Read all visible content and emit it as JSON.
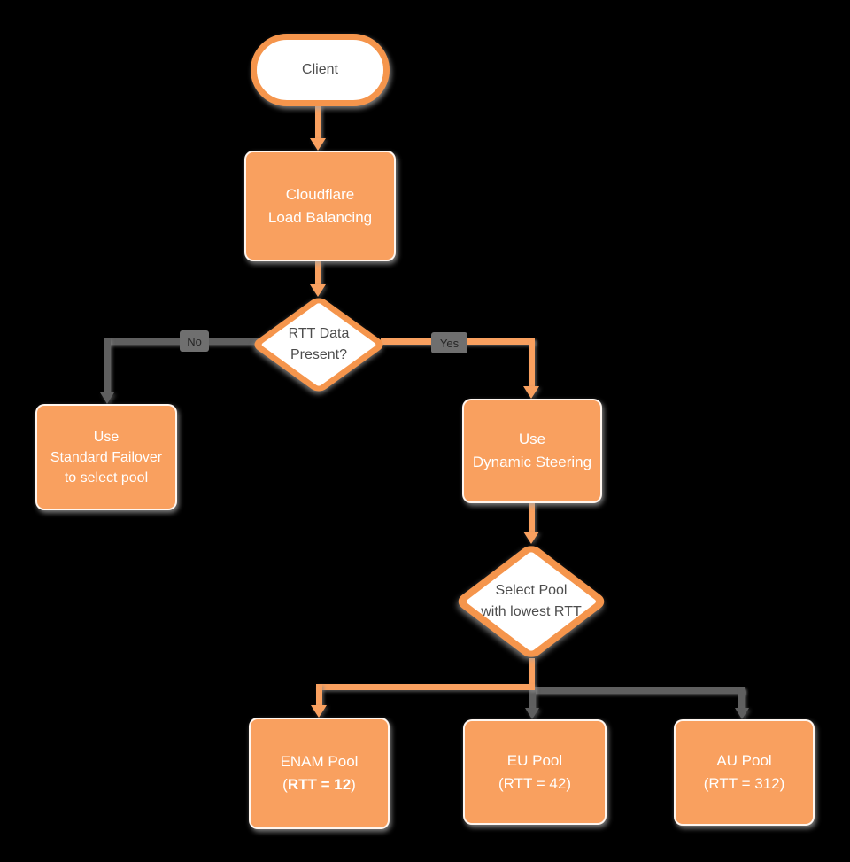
{
  "diagram": {
    "title": "Cloudflare Load Balancing dynamic steering flowchart",
    "background": "#000000",
    "colors": {
      "node_fill_orange": "#F9A05F",
      "node_stroke_orange": "#F5954C",
      "node_fill_white": "#FFFFFF",
      "text_on_orange": "#FFFFFF",
      "text_on_white": "#4D4D4D",
      "connector_orange": "#F9A05F",
      "connector_gray": "#5F5F5F",
      "edge_label_bg": "#6F6F6F",
      "edge_label_text": "#262626"
    },
    "nodes": {
      "client": {
        "shape": "terminator",
        "label": "Client"
      },
      "load_balancing": {
        "shape": "process",
        "lines": [
          "Cloudflare",
          "Load Balancing"
        ]
      },
      "rtt_decision": {
        "shape": "decision",
        "lines": [
          "RTT Data",
          "Present?"
        ]
      },
      "standard_failover": {
        "shape": "process",
        "lines": [
          "Use",
          "Standard Failover",
          "to select pool"
        ]
      },
      "dynamic_steering": {
        "shape": "process",
        "lines": [
          "Use",
          "Dynamic Steering"
        ]
      },
      "select_pool": {
        "shape": "decision",
        "lines": [
          "Select Pool",
          "with lowest RTT"
        ]
      },
      "enam_pool": {
        "shape": "process",
        "line1": "ENAM Pool",
        "rtt_prefix": "(",
        "rtt_value": "RTT = 12",
        "rtt_suffix": ")"
      },
      "eu_pool": {
        "shape": "process",
        "lines": [
          "EU Pool",
          "(RTT = 42)"
        ]
      },
      "au_pool": {
        "shape": "process",
        "lines": [
          "AU Pool",
          "(RTT = 312)"
        ]
      }
    },
    "edge_labels": {
      "no": "No",
      "yes": "Yes"
    }
  }
}
